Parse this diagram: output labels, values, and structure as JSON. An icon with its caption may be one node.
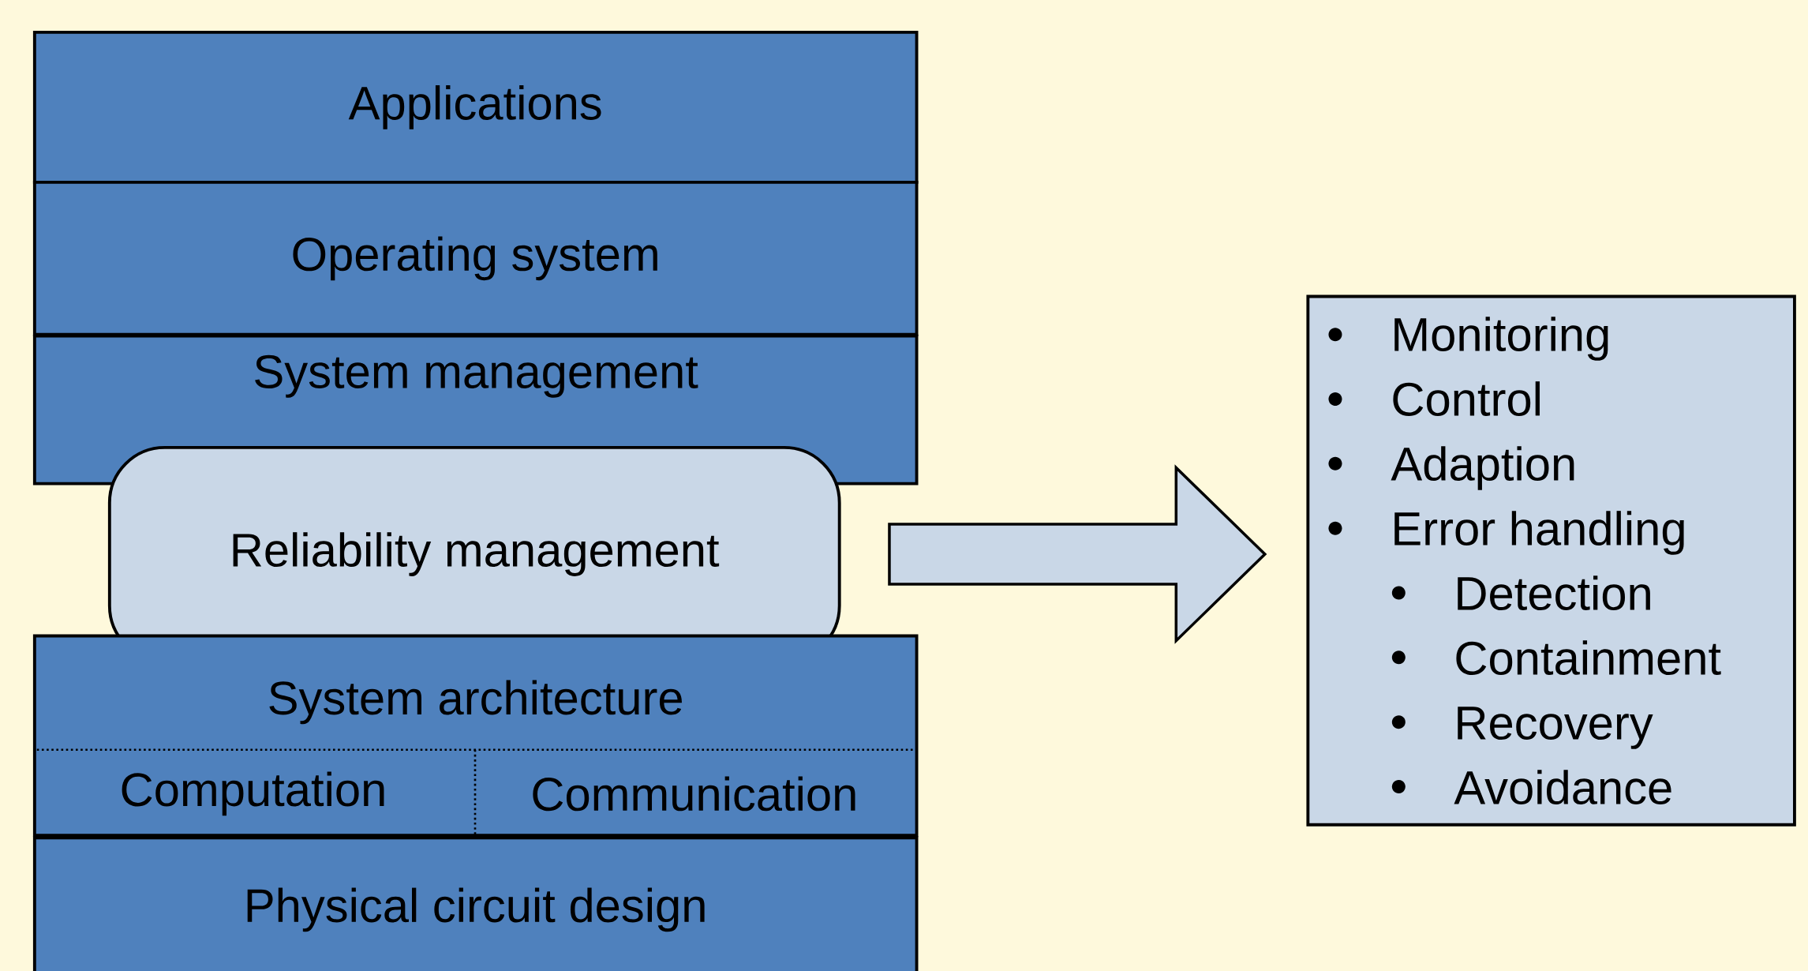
{
  "diagram": {
    "nodes": [
      {
        "text": [
          "Applications"
        ]
      },
      {
        "text": [
          "Operating system"
        ]
      },
      {
        "text": [
          "System management"
        ]
      },
      {
        "text": [
          "Reliability management"
        ]
      },
      {
        "text": [
          "System architecture"
        ]
      },
      {
        "text": [
          "Computation"
        ],
        "in": 4
      },
      {
        "text": [
          "Communication"
        ],
        "in": 4
      },
      {
        "text": [
          "Physical circuit design"
        ]
      },
      {
        "text": [
          "Monitoring",
          "Control",
          "Adaption",
          "Error handling",
          "Detection",
          "Containment",
          "Recovery",
          "Avoidance"
        ]
      }
    ],
    "edges": [
      {
        "from": 3,
        "to": 8,
        "arrow": "to"
      }
    ]
  }
}
